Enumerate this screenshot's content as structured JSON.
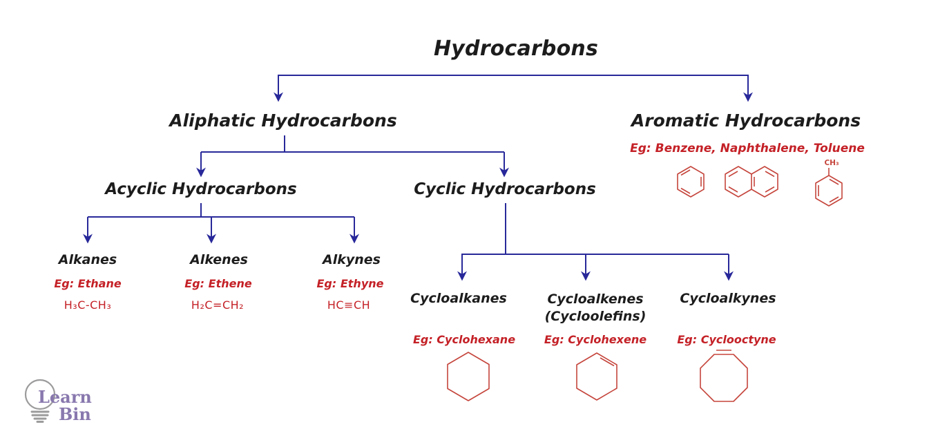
{
  "palette": {
    "connector_navy": "#28289a",
    "heading_black": "#1c1c1c",
    "example_red": "#c42127",
    "structure_red": "#c5453c",
    "logo_purple": "#8878ae",
    "logo_gray": "#9b9b9b",
    "background": "#ffffff"
  },
  "root": {
    "label": "Hydrocarbons"
  },
  "aliphatic": {
    "label": "Aliphatic Hydrocarbons"
  },
  "aromatic": {
    "label": "Aromatic Hydrocarbons",
    "example": "Eg: Benzene, Naphthalene, Toluene",
    "structure_names": [
      "benzene",
      "naphthalene",
      "toluene"
    ],
    "toluene_substituent": "CH₃"
  },
  "acyclic": {
    "label": "Acyclic Hydrocarbons",
    "children": [
      {
        "label": "Alkanes",
        "example": "Eg: Ethane",
        "formula": "H₃C-CH₃"
      },
      {
        "label": "Alkenes",
        "example": "Eg: Ethene",
        "formula": "H₂C=CH₂"
      },
      {
        "label": "Alkynes",
        "example": "Eg: Ethyne",
        "formula": "HC≡CH"
      }
    ]
  },
  "cyclic": {
    "label": "Cyclic Hydrocarbons",
    "children": [
      {
        "label": "Cycloalkanes",
        "example": "Eg: Cyclohexane",
        "structure_name": "cyclohexane"
      },
      {
        "label": "Cycloalkenes",
        "label2": "(Cycloolefins)",
        "example": "Eg: Cyclohexene",
        "structure_name": "cyclohexene"
      },
      {
        "label": "Cycloalkynes",
        "example": "Eg: Cyclooctyne",
        "structure_name": "cyclooctyne"
      }
    ]
  },
  "logo": {
    "word1": "Learn",
    "word2": "Bin"
  }
}
